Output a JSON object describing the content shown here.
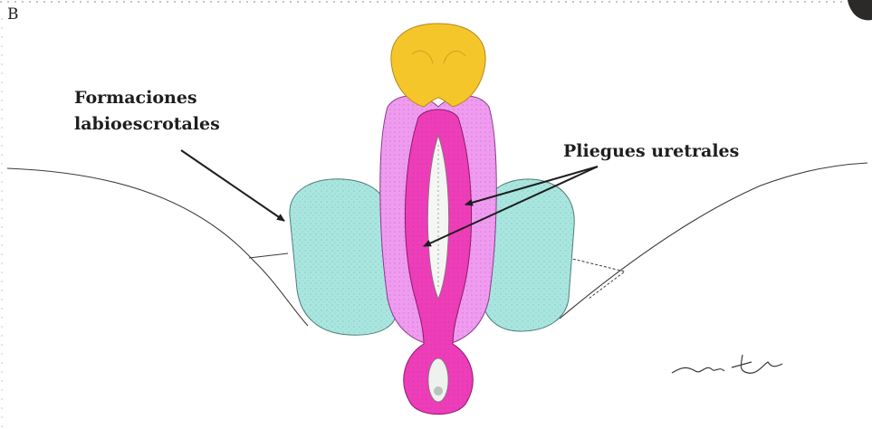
{
  "panel_letter": "B",
  "labels": {
    "formaciones_line1": "Formaciones",
    "formaciones_line2": "labioescrotales",
    "pliegues": "Pliegues uretrales"
  },
  "colors": {
    "labioscrotal": "#a8e6df",
    "urethral_fold_outer": "#ef9cf0",
    "urethral_fold_inner": "#ee3db9",
    "glans": "#f4c62a",
    "ink": "#1e1e1e"
  },
  "icons": {
    "corner": "dark-corner-mark",
    "signature": "artist-signature"
  }
}
